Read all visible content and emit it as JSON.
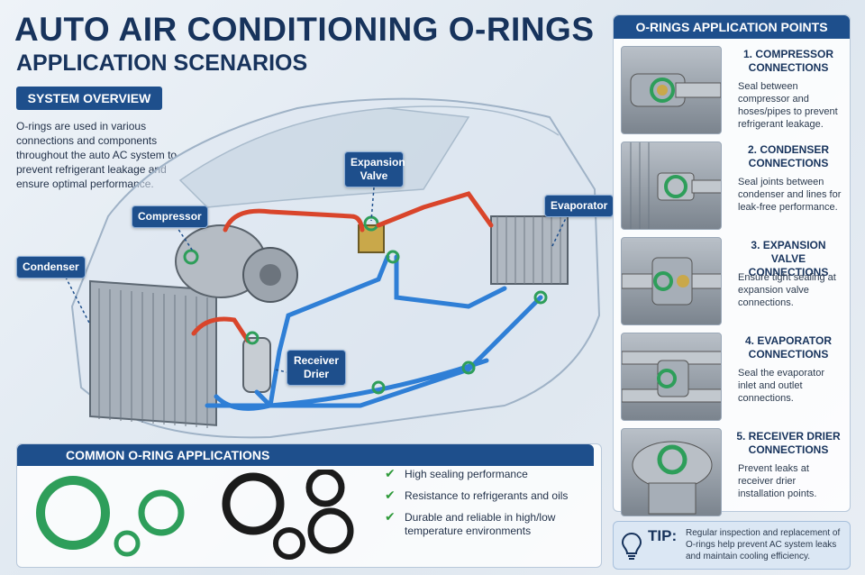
{
  "header": {
    "title": "AUTO AIR CONDITIONING O-RINGS",
    "subtitle": "APPLICATION SCENARIOS"
  },
  "overview": {
    "label": "SYSTEM OVERVIEW",
    "text": "O-rings are used in various connections and components throughout the auto AC system to prevent refrigerant leakage and ensure optimal performance."
  },
  "callouts": {
    "condenser": "Condenser",
    "compressor": "Compressor",
    "expansion_valve": "Expansion Valve",
    "evaporator": "Evaporator",
    "receiver_drier": "Receiver Drier"
  },
  "common_apps": {
    "title": "COMMON O-RING APPLICATIONS",
    "items": [
      "High sealing performance",
      "Resistance to refrigerants and oils",
      "Durable and reliable in high/low temperature environments"
    ]
  },
  "points": {
    "title": "O-RINGS APPLICATION POINTS",
    "items": [
      {
        "title": "1. COMPRESSOR CONNECTIONS",
        "desc": "Seal between compressor and hoses/pipes to prevent refrigerant leakage."
      },
      {
        "title": "2. CONDENSER CONNECTIONS",
        "desc": "Seal joints between condenser and lines for leak-free performance."
      },
      {
        "title": "3. EXPANSION VALVE CONNECTIONS",
        "desc": "Ensure tight sealing at expansion valve connections."
      },
      {
        "title": "4. EVAPORATOR CONNECTIONS",
        "desc": "Seal the evaporator inlet and outlet connections."
      },
      {
        "title": "5. RECEIVER DRIER CONNECTIONS",
        "desc": "Prevent leaks at receiver drier installation points."
      }
    ]
  },
  "tip": {
    "label": "TIP:",
    "text": "Regular inspection and replacement of O-rings help prevent AC system leaks and maintain cooling efficiency."
  },
  "colors": {
    "brand_blue": "#1e4f8c",
    "hot_line": "#d9452b",
    "cold_line": "#2f7fd6",
    "green_ring": "#2e9e5a",
    "check_green": "#2f9a3a"
  }
}
